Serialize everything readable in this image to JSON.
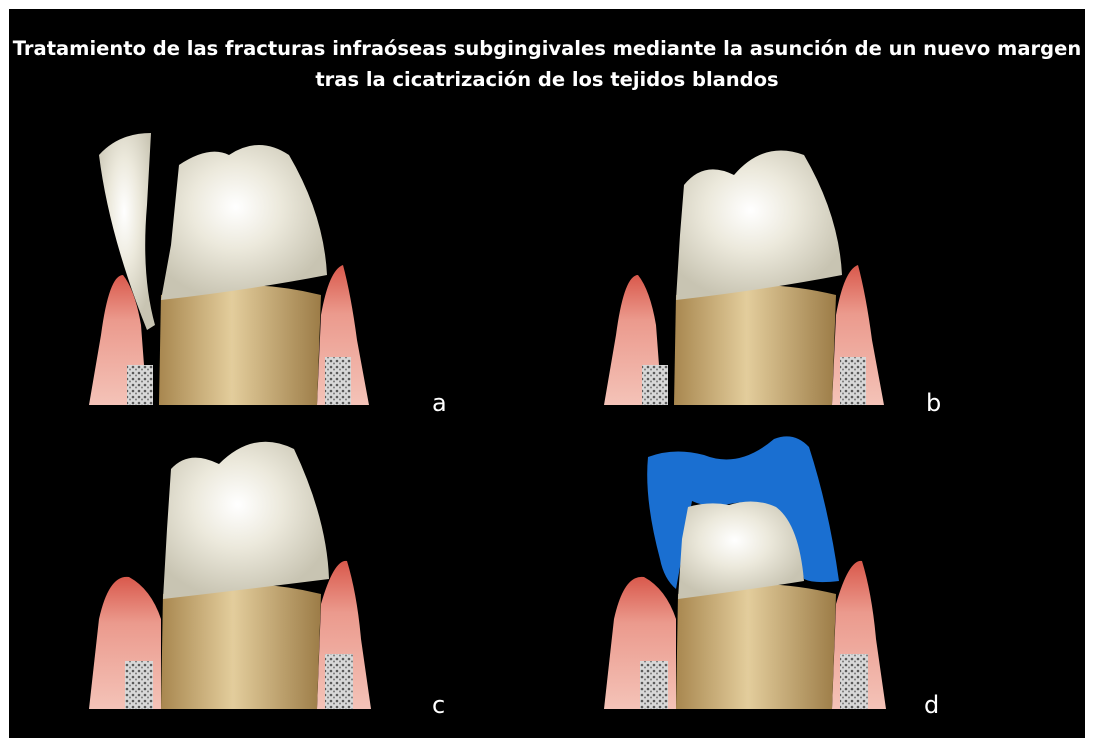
{
  "figure": {
    "title_line1": "Tratamiento de las fracturas infraóseas subgingivales mediante la asunción de un nuevo margen",
    "title_line2": "tras la cicatrización de los tejidos blandos"
  },
  "panels": [
    {
      "label": "a"
    },
    {
      "label": "b"
    },
    {
      "label": "c"
    },
    {
      "label": "d"
    }
  ],
  "colors": {
    "background": "#000000",
    "enamel": "#dcd8c8",
    "root": "#c9ad78",
    "gingiva": "#e07a6a",
    "bone": "#8a8a8a",
    "impression": "#1a6fd1"
  }
}
